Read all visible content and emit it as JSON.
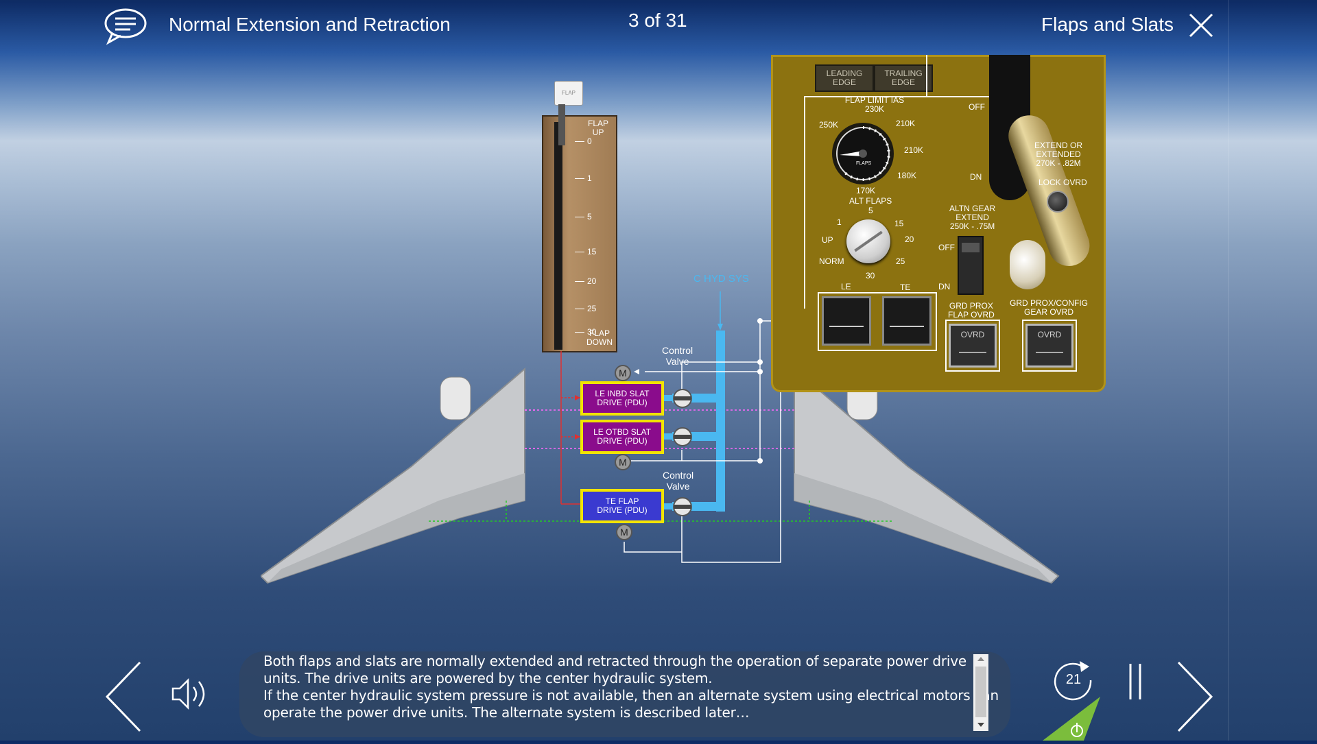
{
  "header": {
    "lesson_title": "Normal Extension and Retraction",
    "page_indicator": "3 of 31",
    "module_title": "Flaps and Slats"
  },
  "flap_lever": {
    "handle_text": "FLAP",
    "top_label_1": "FLAP",
    "top_label_2": "UP",
    "ticks": [
      "0",
      "1",
      "5",
      "15",
      "20",
      "25",
      "30"
    ],
    "bottom_label_1": "FLAP",
    "bottom_label_2": "DOWN"
  },
  "panel": {
    "leading_edge": "LEADING\nEDGE",
    "trailing_edge": "TRAILING\nEDGE",
    "flap_limit_ias": "FLAP LIMIT IAS",
    "ias_230": "230K",
    "ias_250": "250K",
    "ias_210a": "210K",
    "ias_210b": "210K",
    "ias_180": "180K",
    "ias_170": "170K",
    "gauge_label": "FLAPS",
    "alt_flaps": "ALT FLAPS",
    "alt_5": "5",
    "alt_1": "1",
    "alt_15": "15",
    "alt_up": "UP",
    "alt_20": "20",
    "alt_norm": "NORM",
    "alt_25": "25",
    "alt_30": "30",
    "le": "LE",
    "te": "TE",
    "gear_off": "OFF",
    "gear_dn": "DN",
    "extend_text": "EXTEND OR\nEXTENDED\n270K - .82M",
    "lock_ovrd": "LOCK OVRD",
    "altn_gear": "ALTN GEAR\nEXTEND\n250K - .75M",
    "altn_off": "OFF",
    "altn_dn": "DN",
    "grd_prox_flap": "GRD PROX\nFLAP OVRD",
    "grd_prox_config": "GRD PROX/CONFIG\nGEAR OVRD",
    "ovrd1": "OVRD",
    "ovrd2": "OVRD"
  },
  "diagram": {
    "c_hyd_sys": "C HYD SYS",
    "control_valve_1": "Control\nValve",
    "control_valve_2": "Control\nValve",
    "pdu_le_inbd": "LE INBD SLAT\nDRIVE (PDU)",
    "pdu_le_otbd": "LE OTBD SLAT\nDRIVE (PDU)",
    "pdu_te_flap": "TE FLAP\nDRIVE (PDU)",
    "motor": "M"
  },
  "caption": {
    "line1": "Both flaps and slats are normally extended and retracted through the operation of separate power drive",
    "line2": "units. The drive units are powered by the center hydraulic system.",
    "line3": "If the center hydraulic system pressure is not available, then an alternate system using electrical motors can",
    "line4": "operate the power drive units. The alternate system is described later…"
  },
  "controls": {
    "replay_count": "21"
  },
  "colors": {
    "hyd_blue": "#4ab8f0",
    "pdu_purple": "#8a0c8c",
    "pdu_blue": "#3a3ad0",
    "pdu_border": "#f2e400",
    "panel_gold": "#8c7210"
  }
}
